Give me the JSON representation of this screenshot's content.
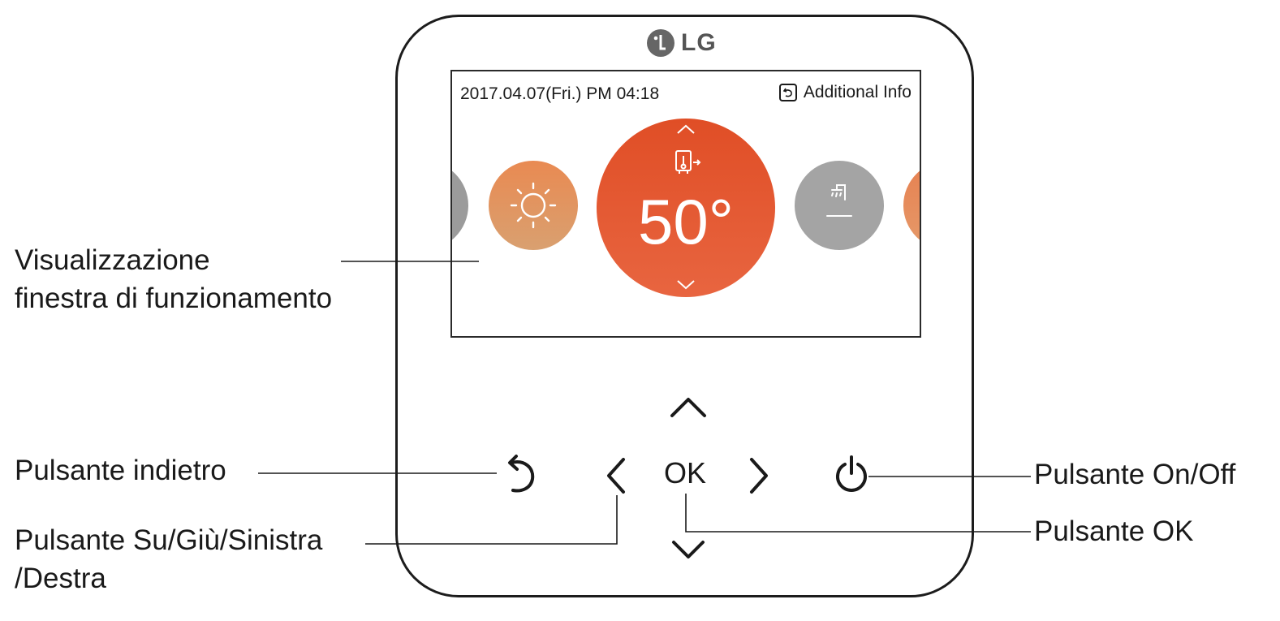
{
  "brand": {
    "name": "LG"
  },
  "screen": {
    "datetime": "2017.04.07(Fri.)  PM 04:18",
    "additional_info": "Additional Info",
    "temperature": "50°"
  },
  "buttons": {
    "ok": "OK"
  },
  "labels": {
    "display_line1": "Visualizzazione",
    "display_line2": "finestra di funzionamento",
    "back": "Pulsante indietro",
    "nav_line1": "Pulsante Su/Giù/Sinistra",
    "nav_line2": "/Destra",
    "onoff": "Pulsante On/Off",
    "ok": "Pulsante OK"
  },
  "icons": [
    "lg-logo-icon",
    "back-icon",
    "chevron-up-icon",
    "chevron-down-icon",
    "chevron-left-icon",
    "chevron-right-icon",
    "power-icon",
    "sun-icon",
    "water-heater-icon",
    "shower-icon"
  ],
  "colors": {
    "accent": "#e04e26",
    "sun": "#e98a52",
    "gray": "#9b9b9b"
  }
}
